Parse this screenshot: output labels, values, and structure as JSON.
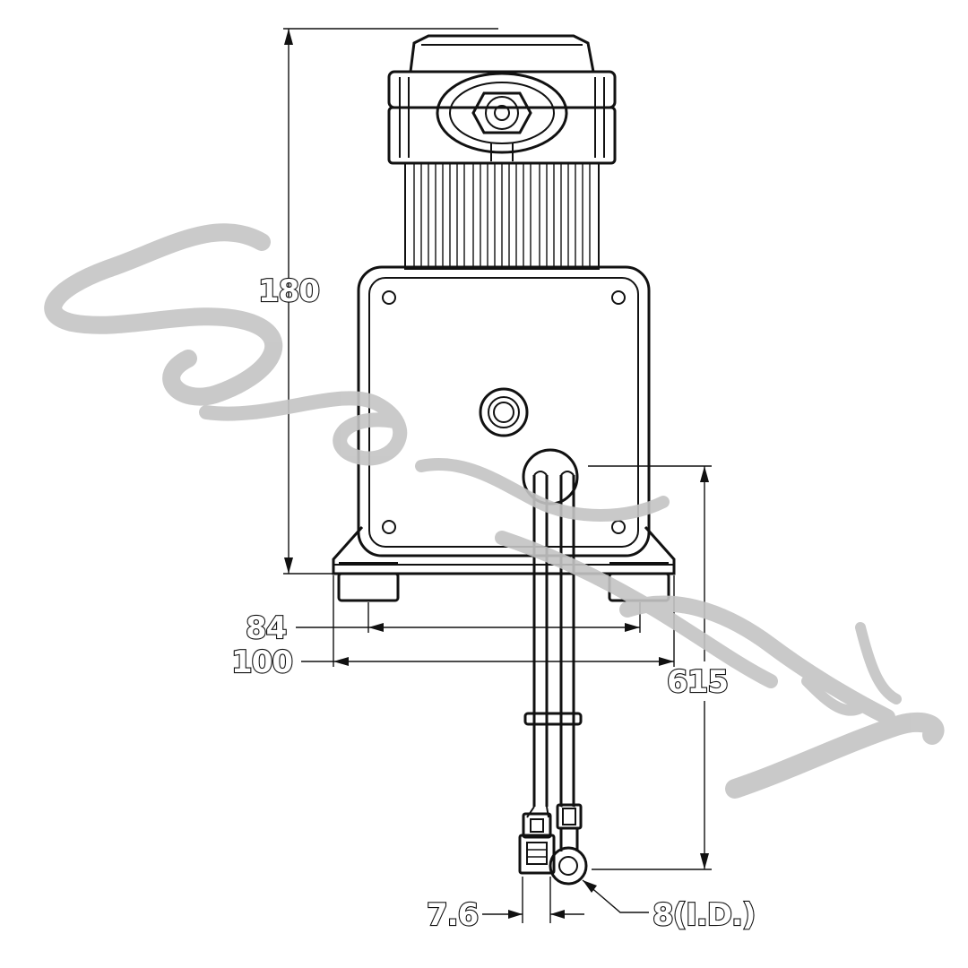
{
  "drawing": {
    "subject": "compressor-front-view",
    "line_color": "#111111",
    "background": "#ffffff",
    "watermark_color": "#c4c4c4"
  },
  "dimensions": {
    "height": "180",
    "inner_width": "84",
    "outer_width": "100",
    "cable_length": "615",
    "connector_width": "7.6",
    "ring_terminal": "8(I.D.)"
  }
}
